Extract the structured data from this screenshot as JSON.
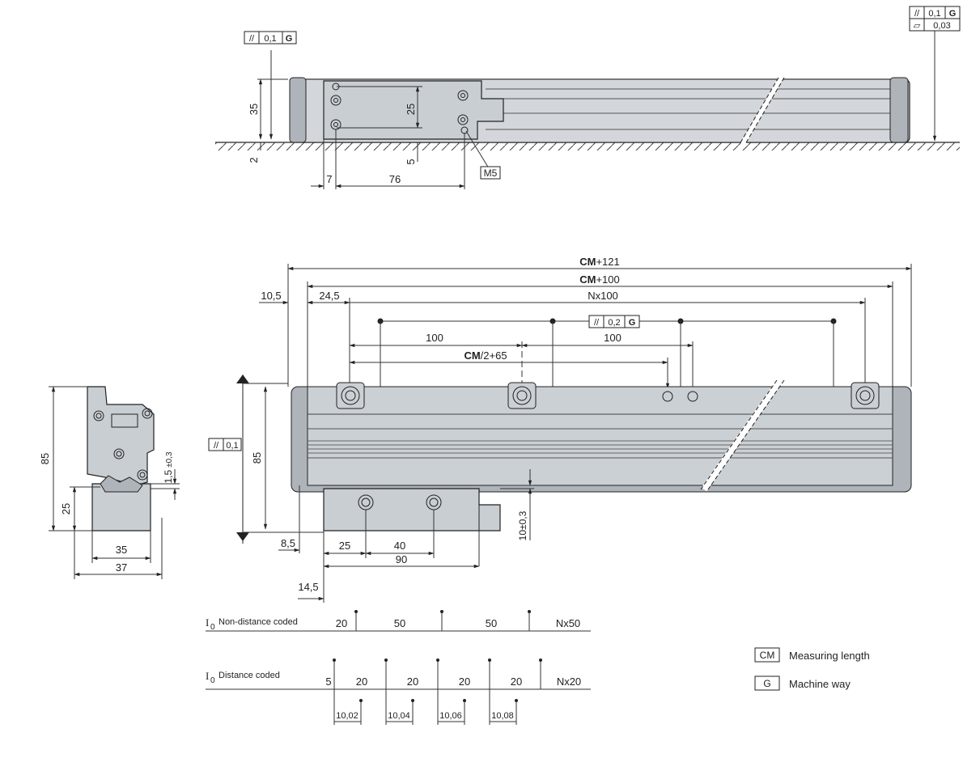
{
  "top_view": {
    "tol_left": {
      "sym": "//",
      "val": "0,1",
      "ref": "G"
    },
    "tol_right": {
      "sym": "//",
      "val": "0,1",
      "ref": "G",
      "flat_sym": "▱",
      "flat_val": "0,03"
    },
    "dim_35": "35",
    "dim_2": "2",
    "dim_25": "25",
    "dim_5": "5",
    "dim_7": "7",
    "dim_76": "76",
    "m5": "M5"
  },
  "front_view": {
    "cm121_bold": "CM",
    "cm121_rest": "+121",
    "cm100_bold": "CM",
    "cm100_rest": "+100",
    "d105": "10,5",
    "d245": "24,5",
    "nx100": "Nx100",
    "tol": {
      "sym": "//",
      "val": "0,2",
      "ref": "G"
    },
    "d100a": "100",
    "d100b": "100",
    "cm2_bold": "CM",
    "cm2_rest": "/2+65",
    "tol_side": {
      "sym": "//",
      "val": "0,1"
    },
    "d85": "85",
    "d10": "10±0,3",
    "d85b": "8,5",
    "d25": "25",
    "d40": "40",
    "d90": "90",
    "d145": "14,5"
  },
  "side_view": {
    "d85": "85",
    "d25": "25",
    "d15": "1,5",
    "d15tol": "±0,3",
    "d35": "35",
    "d37": "37"
  },
  "ref_marks": {
    "non_coded": {
      "label_i": "I",
      "label_sub": "0",
      "label": "Non-distance coded",
      "v1": "20",
      "v2": "50",
      "v3": "50",
      "v4": "Nx50"
    },
    "coded": {
      "label_i": "I",
      "label_sub": "0",
      "label": "Distance coded",
      "v0": "5",
      "v1": "20",
      "v2": "20",
      "v3": "20",
      "v4": "20",
      "v5": "Nx20",
      "s1": "10,02",
      "s2": "10,04",
      "s3": "10,06",
      "s4": "10,08"
    }
  },
  "legend": [
    {
      "key": "CM",
      "text": "Measuring length"
    },
    {
      "key": "G",
      "text": "Machine way"
    }
  ]
}
